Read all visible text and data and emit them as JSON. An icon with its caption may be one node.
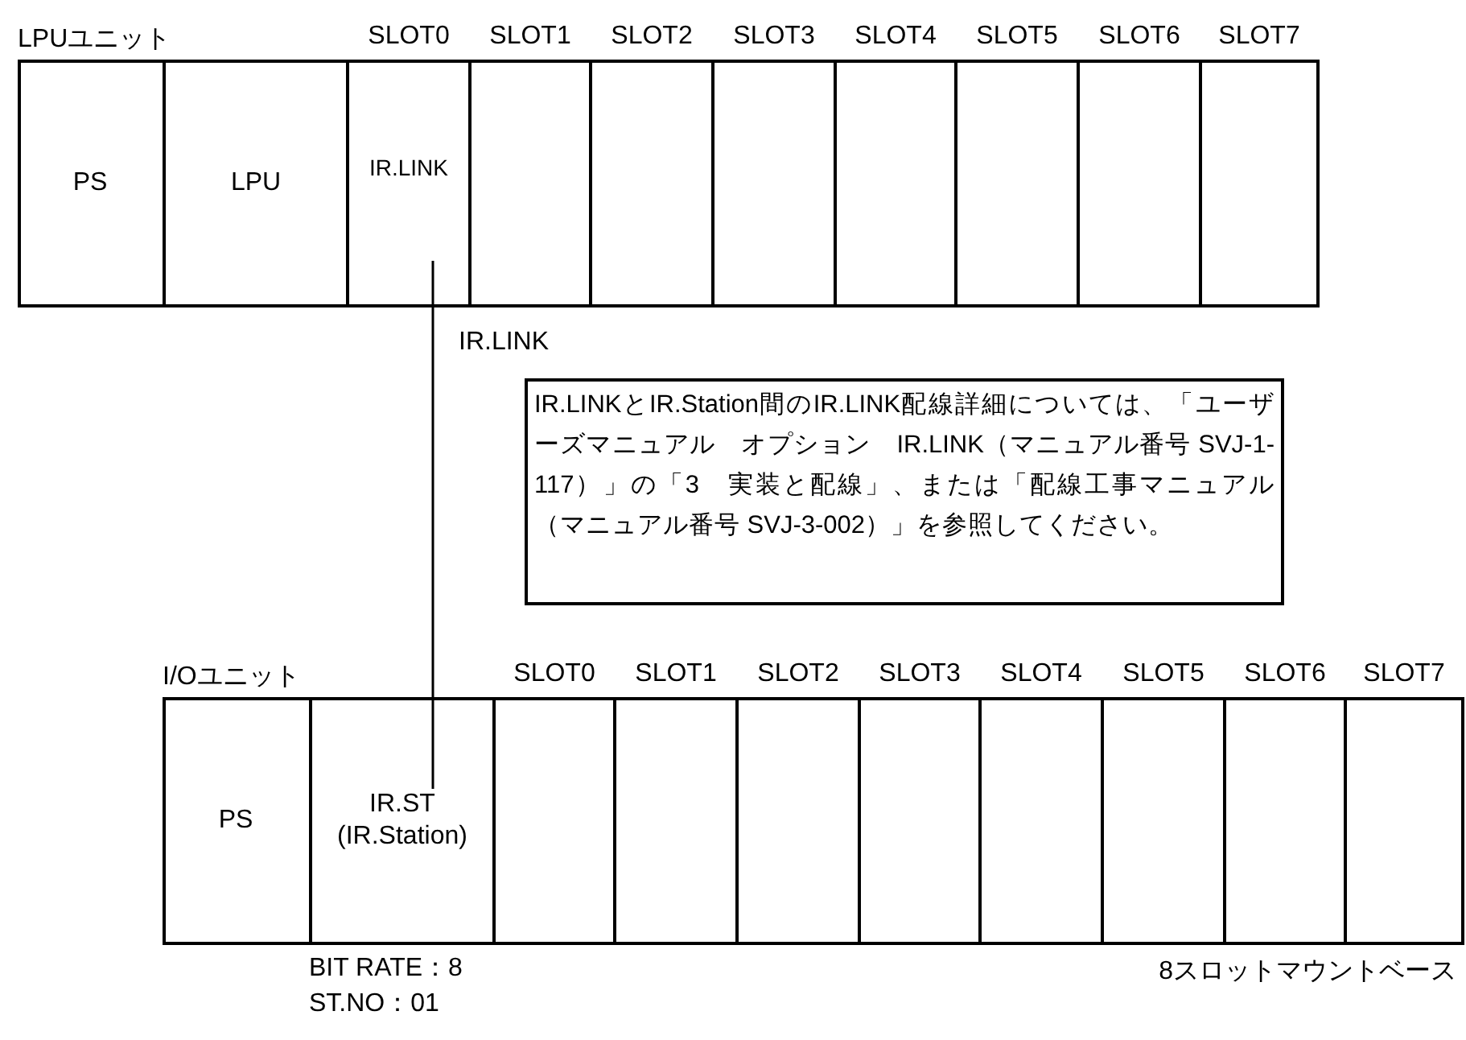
{
  "diagram": {
    "nodes": [
      {
        "text": [
          "LPUユニット"
        ]
      },
      {
        "text": [
          "PS"
        ],
        "in": 0
      },
      {
        "text": [
          "LPU"
        ],
        "in": 0
      },
      {
        "text": [
          "SLOT0",
          "IR.LINK"
        ],
        "in": 0
      },
      {
        "text": [
          "SLOT1"
        ],
        "in": 0
      },
      {
        "text": [
          "SLOT2"
        ],
        "in": 0
      },
      {
        "text": [
          "SLOT3"
        ],
        "in": 0
      },
      {
        "text": [
          "SLOT4"
        ],
        "in": 0
      },
      {
        "text": [
          "SLOT5"
        ],
        "in": 0
      },
      {
        "text": [
          "SLOT6"
        ],
        "in": 0
      },
      {
        "text": [
          "SLOT7"
        ],
        "in": 0
      },
      {
        "text": [
          "IR.LINKとIR.Station間のIR.LINK配線詳細については、「ユーザーズマニュアル　オプション　IR.LINK（マニュアル番号 SVJ-1-117）」の「3　実装と配線」、または「配線工事マニュアル（マニュアル番号 SVJ-3-002）」を参照してください。"
        ]
      },
      {
        "text": [
          "I/Oユニット"
        ],
        "beside": [
          "8スロットマウントベース"
        ]
      },
      {
        "text": [
          "PS"
        ],
        "in": 12
      },
      {
        "text": [
          "IR.ST (IR.Station)"
        ],
        "in": 12,
        "beside": [
          "BIT RATE：8",
          "ST.NO：01"
        ]
      },
      {
        "text": [
          "SLOT0"
        ],
        "in": 12
      },
      {
        "text": [
          "SLOT1"
        ],
        "in": 12
      },
      {
        "text": [
          "SLOT2"
        ],
        "in": 12
      },
      {
        "text": [
          "SLOT3"
        ],
        "in": 12
      },
      {
        "text": [
          "SLOT4"
        ],
        "in": 12
      },
      {
        "text": [
          "SLOT5"
        ],
        "in": 12
      },
      {
        "text": [
          "SLOT6"
        ],
        "in": 12
      },
      {
        "text": [
          "SLOT7"
        ],
        "in": 12
      }
    ],
    "edges": [
      {
        "from": 3,
        "to": 14,
        "arrow": "none",
        "label": "IR.LINK"
      }
    ]
  }
}
